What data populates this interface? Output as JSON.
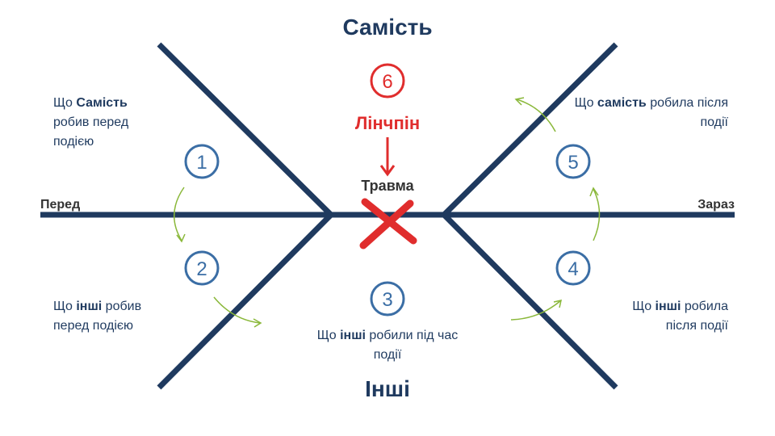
{
  "title_top": "Самість",
  "title_bottom": "Інші",
  "axis": {
    "left": "Перед",
    "right": "Зараз"
  },
  "lynchpin": {
    "number": "6",
    "label": "Лінчпін"
  },
  "trauma": "Травма",
  "nodes": [
    "1",
    "2",
    "3",
    "4",
    "5"
  ],
  "texts": {
    "q1": {
      "pre": "Що ",
      "bold": "Самість",
      "post": " робив перед подією"
    },
    "q5": {
      "pre": "Що ",
      "bold": "самість",
      "post": " робила після події"
    },
    "q2": {
      "pre": "Що ",
      "bold": "інші",
      "post": " робив перед подією"
    },
    "q3": {
      "pre": "Що ",
      "bold": "інші",
      "post": " робили під час події"
    },
    "q4": {
      "pre": "Що ",
      "bold": "інші",
      "post": " робила після події"
    }
  },
  "colors": {
    "navy": "#1f3a5f",
    "circle_blue": "#3b6ea5",
    "red": "#e02d2d",
    "green": "#8ab83a"
  }
}
